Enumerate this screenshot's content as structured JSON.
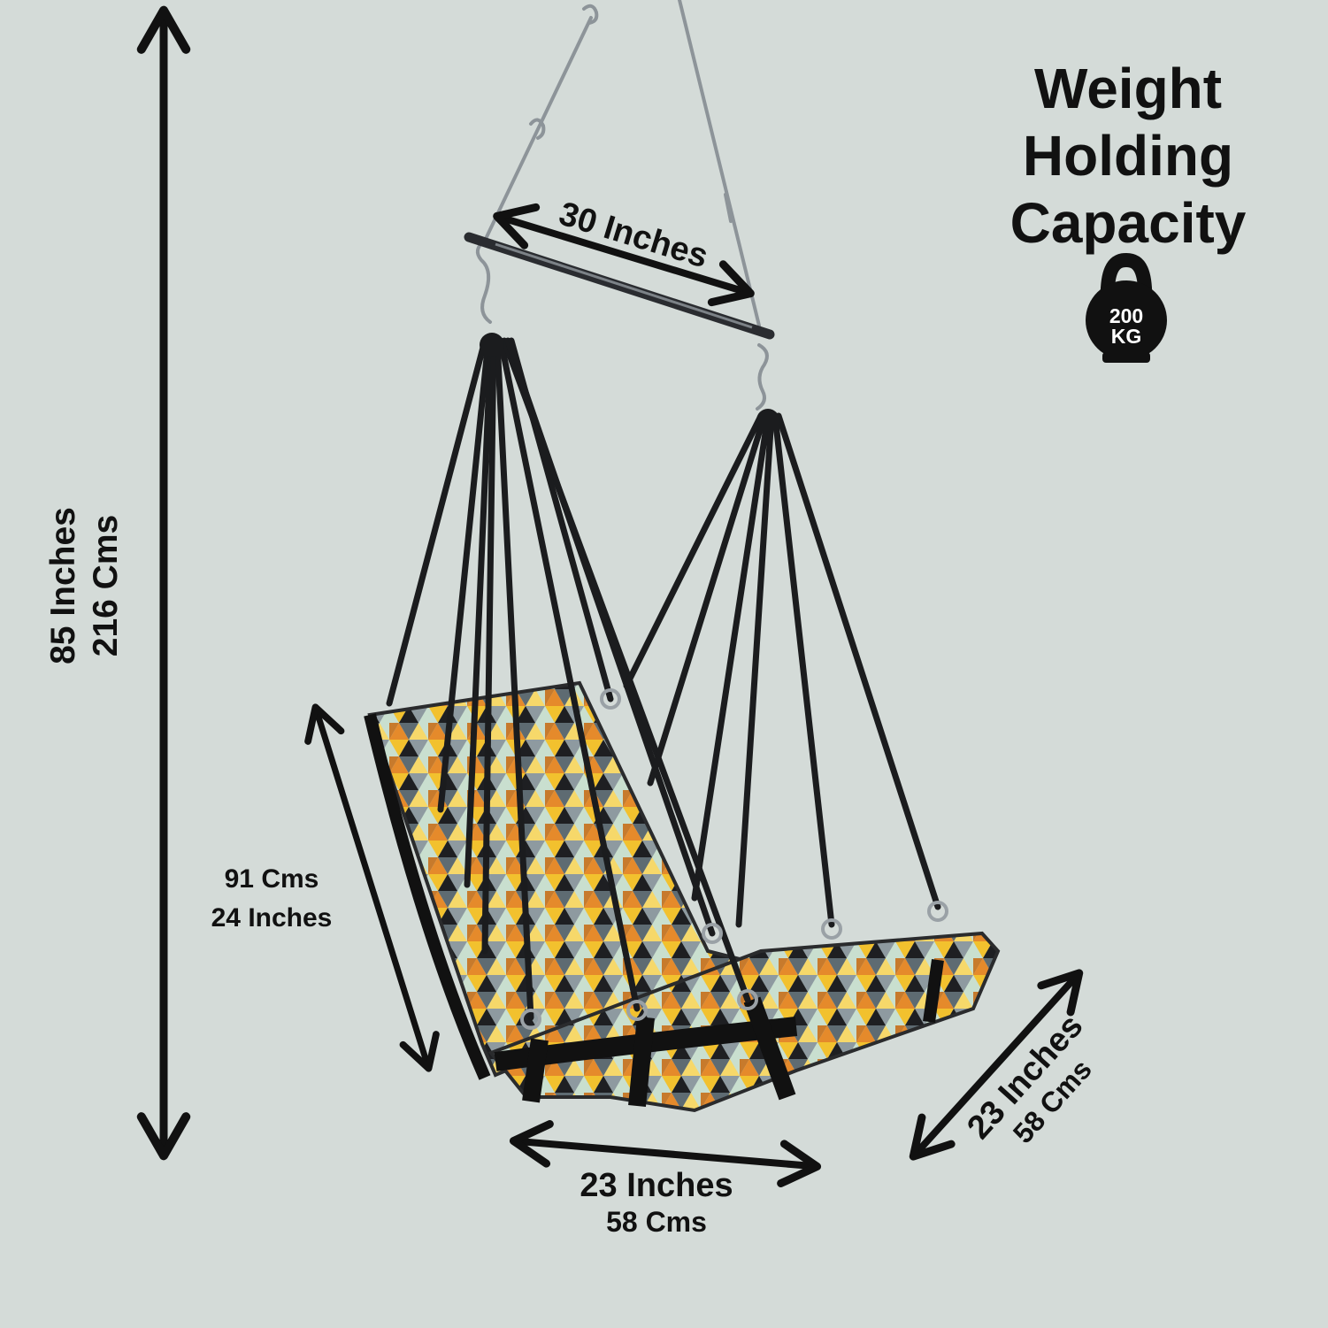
{
  "capacity": {
    "title_line1": "Weight",
    "title_line2": "Holding",
    "title_line3": "Capacity",
    "weight_value": "200",
    "weight_unit": "KG",
    "icon": "kettlebell-icon"
  },
  "dimensions": {
    "total_height": {
      "inches": "85 Inches",
      "cms": "216 Cms"
    },
    "bar_width": "30 Inches",
    "back_length": {
      "cms": "91 Cms",
      "inches": "24 Inches"
    },
    "seat_width": {
      "inches": "23 Inches",
      "cms": "58 Cms"
    },
    "seat_depth": {
      "inches": "23 Inches",
      "cms": "58 Cms"
    }
  },
  "colors": {
    "background": "#d4dbd8",
    "text": "#111111",
    "rope": "#1b1c1e",
    "chain": "#8d9499",
    "cushion_yellow": "#f2c12e",
    "cushion_orange": "#e58a2b",
    "cushion_grey": "#8e9aa0",
    "cushion_mint": "#c9dfcf"
  }
}
